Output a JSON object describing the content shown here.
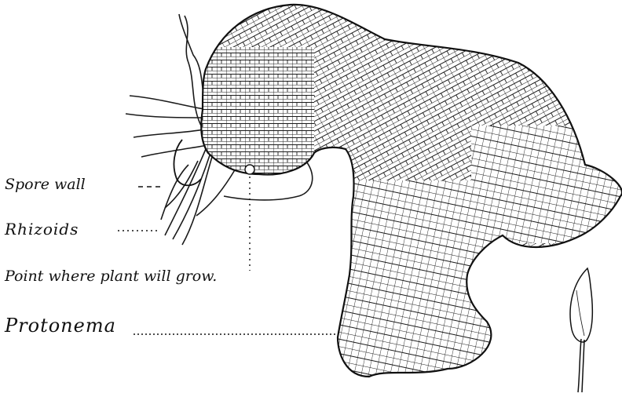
{
  "labels": {
    "spore_wall": "Spore wall",
    "rhizoids": "Rhizoids",
    "growth_point": "Point where plant will grow.",
    "protonema": "Protonema"
  },
  "colors": {
    "ink": "#111111",
    "paper": "#ffffff"
  }
}
